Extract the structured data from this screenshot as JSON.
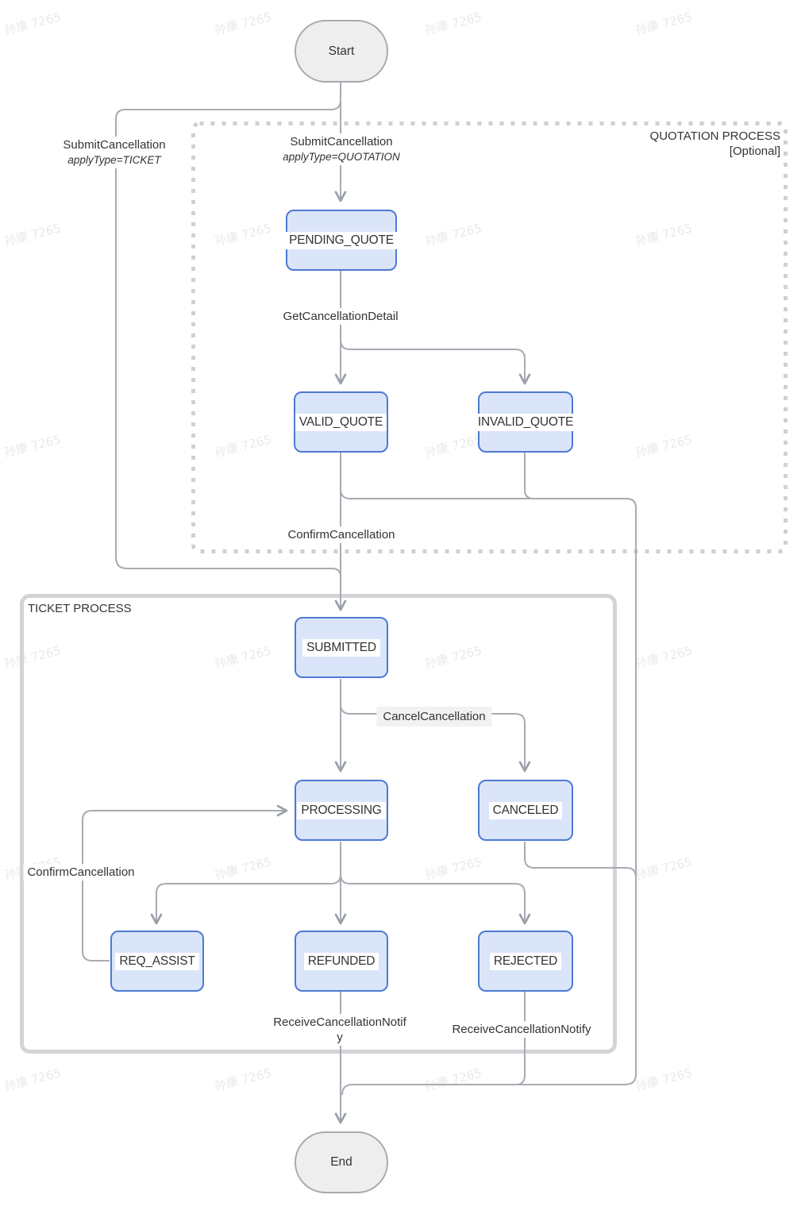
{
  "diagram": {
    "nodes": {
      "start": "Start",
      "pending_quote": "PENDING_QUOTE",
      "valid_quote": "VALID_QUOTE",
      "invalid_quote": "INVALID_QUOTE",
      "submitted": "SUBMITTED",
      "processing": "PROCESSING",
      "canceled": "CANCELED",
      "req_assist": "REQ_ASSIST",
      "refunded": "REFUNDED",
      "rejected": "REJECTED",
      "end": "End"
    },
    "groups": {
      "quotation": {
        "title": "QUOTATION PROCESS",
        "subtitle": "[Optional]"
      },
      "ticket": {
        "title": "TICKET PROCESS"
      }
    },
    "edge_labels": {
      "submit_ticket": {
        "line1": "SubmitCancellation",
        "line2": "applyType=TICKET"
      },
      "submit_quotation": {
        "line1": "SubmitCancellation",
        "line2": "applyType=QUOTATION"
      },
      "get_detail": "GetCancellationDetail",
      "confirm_top": "ConfirmCancellation",
      "cancel_cancellation": "CancelCancellation",
      "confirm_loop": "ConfirmCancellation",
      "receive_refunded": "ReceiveCancellationNotif\ny",
      "receive_rejected": "ReceiveCancellationNotify"
    },
    "watermark": "孙康 7265",
    "colors": {
      "node_fill": "#dbe5fa",
      "node_border": "#4d7ad2",
      "terminal_fill": "#eeeeef",
      "terminal_border": "#a6aab0",
      "edge_line": "#a7abb2",
      "cluster_dashed_border": "#cfd0d2",
      "cluster_solid_border": "#d3d4d6",
      "text": "#333333",
      "label_bg": "#f1f2f3"
    }
  }
}
